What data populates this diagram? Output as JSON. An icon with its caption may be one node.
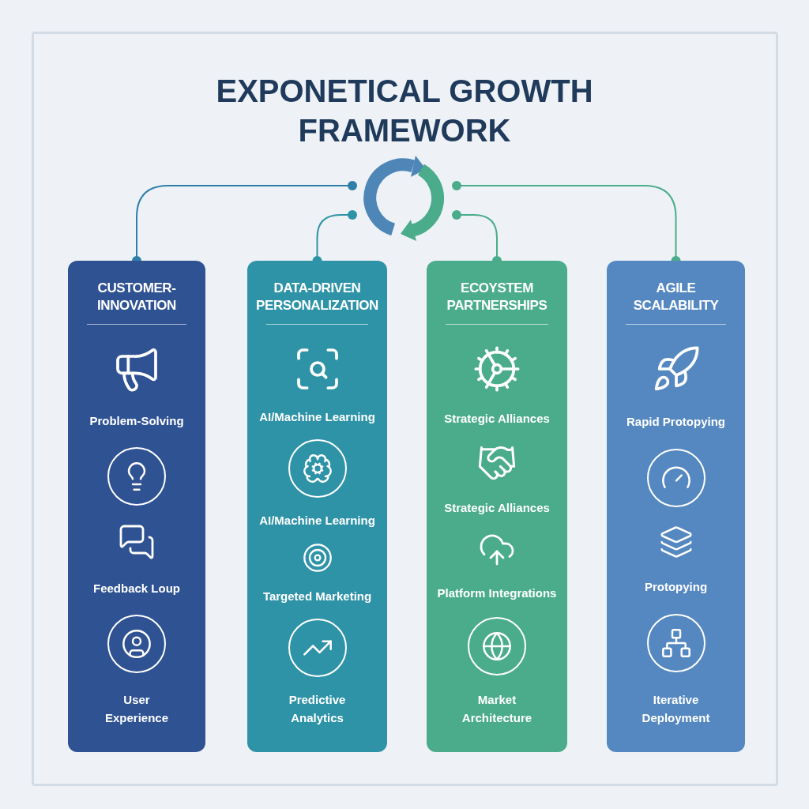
{
  "diagram": {
    "title": "EXPONETICAL GROWTH FRAMEWORK",
    "nodes": [
      {
        "text": [],
        "shape": "circle"
      },
      {
        "text": [
          "CUSTOMER- INNOVATION",
          "Problem-Solving",
          "Feedback Loup",
          "User Experience"
        ]
      },
      {
        "text": [
          "DATA-DRIVEN PERSONALIZATION",
          "AI/Machine Learning",
          "AI/Machine Learning",
          "Targeted Marketing",
          "Predictive Analytics"
        ]
      },
      {
        "text": [
          "ECOYSTEM PARTNERSHIPS",
          "Strategic Alliances",
          "Strategic Alliances",
          "Platform Integrations",
          "Market Architecture"
        ]
      },
      {
        "text": [
          "AGILE SCALABILITY",
          "Rapid Protopying",
          "Protopying",
          "Iterative Deployment"
        ]
      }
    ],
    "edges": [
      {
        "from": 0,
        "to": 1,
        "arrow": "other",
        "color": "#2f7fa8"
      },
      {
        "from": 0,
        "to": 2,
        "arrow": "other",
        "color": "#2f93a8"
      },
      {
        "from": 0,
        "to": 3,
        "arrow": "other",
        "color": "#4aac8a"
      },
      {
        "from": 0,
        "to": 4,
        "arrow": "other",
        "color": "#4aac8a"
      }
    ]
  }
}
